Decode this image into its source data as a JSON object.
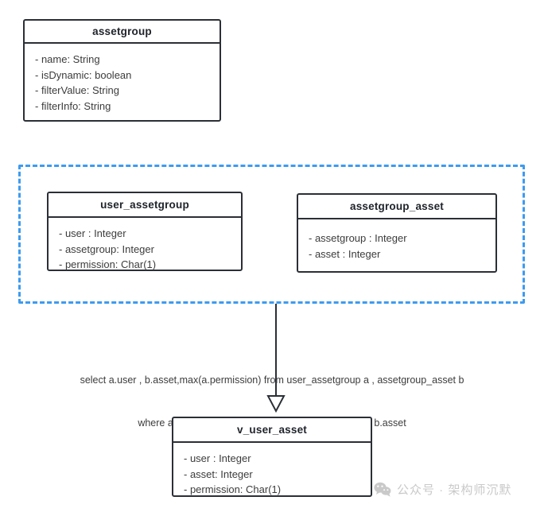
{
  "diagram": {
    "type": "uml-class-diagram",
    "background_color": "#ffffff",
    "box_border_color": "#2b2f36",
    "group_border_color": "#3d9bf0",
    "text_color": "#3c3c3c",
    "title_color": "#20242b",
    "watermark_color": "#c9c9c9"
  },
  "classes": {
    "assetgroup": {
      "title": "assetgroup",
      "attributes": [
        "- name: String",
        "- isDynamic: boolean",
        "- filterValue: String",
        "- filterInfo: String"
      ]
    },
    "user_assetgroup": {
      "title": "user_assetgroup",
      "attributes": [
        "- user : Integer",
        "- assetgroup: Integer",
        "- permission: Char(1)"
      ]
    },
    "assetgroup_asset": {
      "title": "assetgroup_asset",
      "attributes": [
        "- assetgroup : Integer",
        "- asset : Integer"
      ]
    },
    "v_user_asset": {
      "title": "v_user_asset",
      "attributes": [
        "- user : Integer",
        "- asset: Integer",
        "- permission: Char(1)"
      ]
    }
  },
  "connector": {
    "note_line_1": "select a.user , b.asset,max(a.permission) from user_assetgroup a , assetgroup_asset b",
    "note_line_2": "where a.assetgroup = b.assetgroup group by a.user , b.asset",
    "arrow_style": "hollow-triangle"
  },
  "watermark": {
    "icon": "wechat-icon",
    "text": "公众号 · 架构师沉默"
  }
}
